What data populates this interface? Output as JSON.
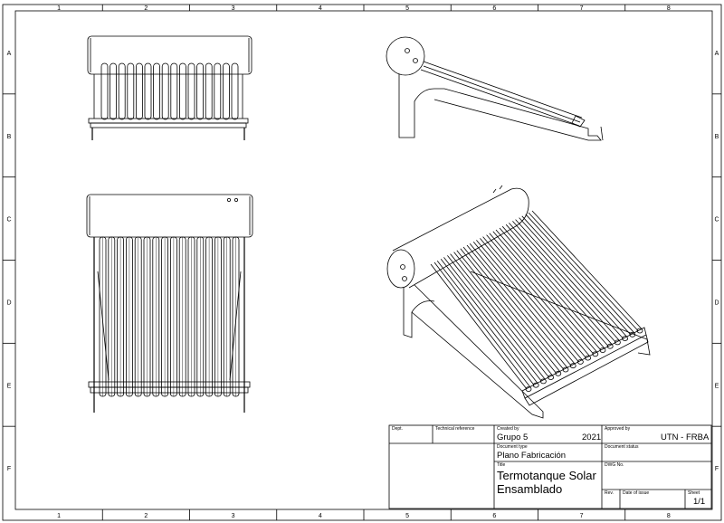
{
  "frame": {
    "columns": [
      "1",
      "2",
      "3",
      "4",
      "5",
      "6",
      "7",
      "8"
    ],
    "rows": [
      "A",
      "B",
      "C",
      "D",
      "E",
      "F"
    ]
  },
  "title_block": {
    "labels": {
      "dept": "Dept.",
      "technical_reference": "Technical reference",
      "created_by": "Created by",
      "approved_by": "Approved by",
      "document_type": "Document type",
      "document_status": "Document status",
      "title": "Title",
      "dwg_no": "DWG No.",
      "rev": "Rev.",
      "date_of_issue": "Date of issue",
      "sheet": "Sheet"
    },
    "created_by": "Grupo 5",
    "year": "2021",
    "approved_by": "UTN - FRBA",
    "document_type": "Plano Fabricación",
    "title_line1": "Termotanque Solar",
    "title_line2": "Ensamblado",
    "sheet": "1/1"
  }
}
